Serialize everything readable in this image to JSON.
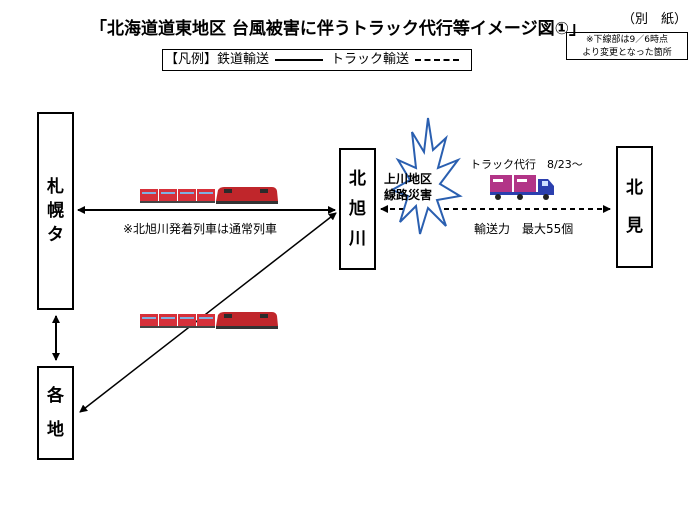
{
  "title": "「北海道道東地区 台風被害に伴うトラック代行等イメージ図①」",
  "appendix_label": "（別　紙）",
  "note_box": {
    "line1": "※下線部は9／6時点",
    "line2": "より変更となった箇所"
  },
  "legend": {
    "heading": "【凡例】",
    "rail_label": "鉄道輸送",
    "truck_label": "トラック輸送"
  },
  "stations": {
    "sapporo": [
      "札",
      "幌",
      "タ"
    ],
    "kakuchi": [
      "各",
      "地"
    ],
    "kitaasahikawa": [
      "北",
      "旭",
      "川"
    ],
    "kitami": [
      "北",
      "見"
    ]
  },
  "train_note": "※北旭川発着列車は通常列車",
  "disaster_label": {
    "line1": "上川地区",
    "line2": "線路災害"
  },
  "truck_service": "トラック代行　8/23～",
  "capacity": "輸送力　最大55個",
  "colors": {
    "locomotive": "#c0262b",
    "container": "#d6303a",
    "truck_cab": "#2b3fae",
    "truck_container": "#b23487",
    "burst": "#2a5fb0"
  },
  "icons": [
    "freight-train-icon",
    "freight-train-icon",
    "truck-icon",
    "burst-icon"
  ]
}
